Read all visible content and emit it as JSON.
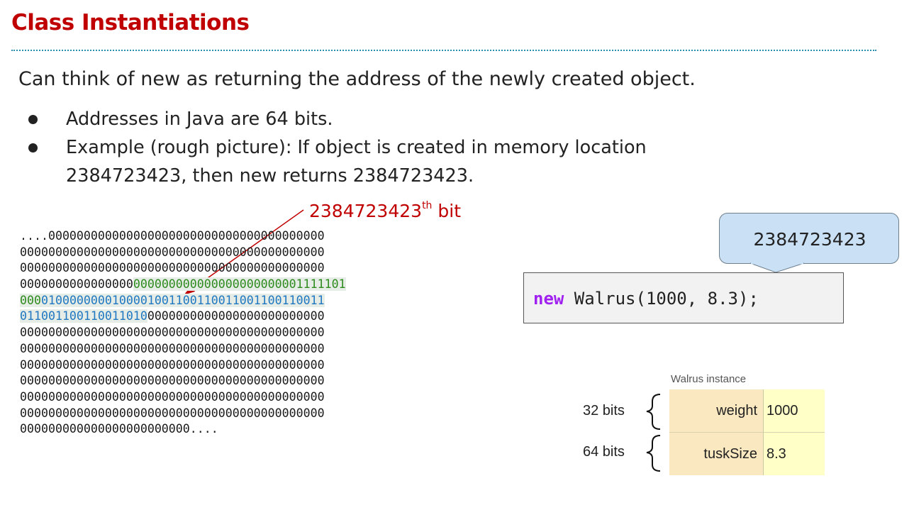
{
  "title": "Class Instantiations",
  "intro": "Can think of new as returning the address of the newly created object.",
  "bullets": [
    {
      "lines": [
        "Addresses in Java are 64 bits."
      ]
    },
    {
      "lines": [
        "Example (rough picture): If object is created in memory location",
        "2384723423, then new returns 2384723423."
      ]
    }
  ],
  "bit_annotation": {
    "number": "2384723423",
    "superscript": "th",
    "word": "bit"
  },
  "memory_rows": [
    {
      "plain": "....000000000000000000000000000000000000000"
    },
    {
      "plain": "0000000000000000000000000000000000000000000"
    },
    {
      "plain": "0000000000000000000000000000000000000000000"
    },
    {
      "plain": "0000000000000000",
      "green": "000000000000000000000001111101"
    },
    {
      "green": "000",
      "blue": "0100000000100001001100110011001100110011"
    },
    {
      "blue": "011001100110011010",
      "plain": "0000000000000000000000000"
    },
    {
      "plain": "0000000000000000000000000000000000000000000"
    },
    {
      "plain": "0000000000000000000000000000000000000000000"
    },
    {
      "plain": "0000000000000000000000000000000000000000000"
    },
    {
      "plain": "0000000000000000000000000000000000000000000"
    },
    {
      "plain": "0000000000000000000000000000000000000000000"
    },
    {
      "plain": "0000000000000000000000000000000000000000000"
    },
    {
      "plain": "000000000000000000000000...."
    }
  ],
  "callout": "2384723423",
  "code": {
    "keyword": "new",
    "rest": " Walrus(1000, 8.3);"
  },
  "instance": {
    "caption": "Walrus instance",
    "fields": [
      {
        "size": "32 bits",
        "name": "weight",
        "value": "1000"
      },
      {
        "size": "64 bits",
        "name": "tuskSize",
        "value": "8.3"
      }
    ]
  },
  "colors": {
    "title": "#c00000",
    "keyword": "#a020f0",
    "weight_bits": "#2e8b1e",
    "tusk_bits": "#1f78c1"
  }
}
